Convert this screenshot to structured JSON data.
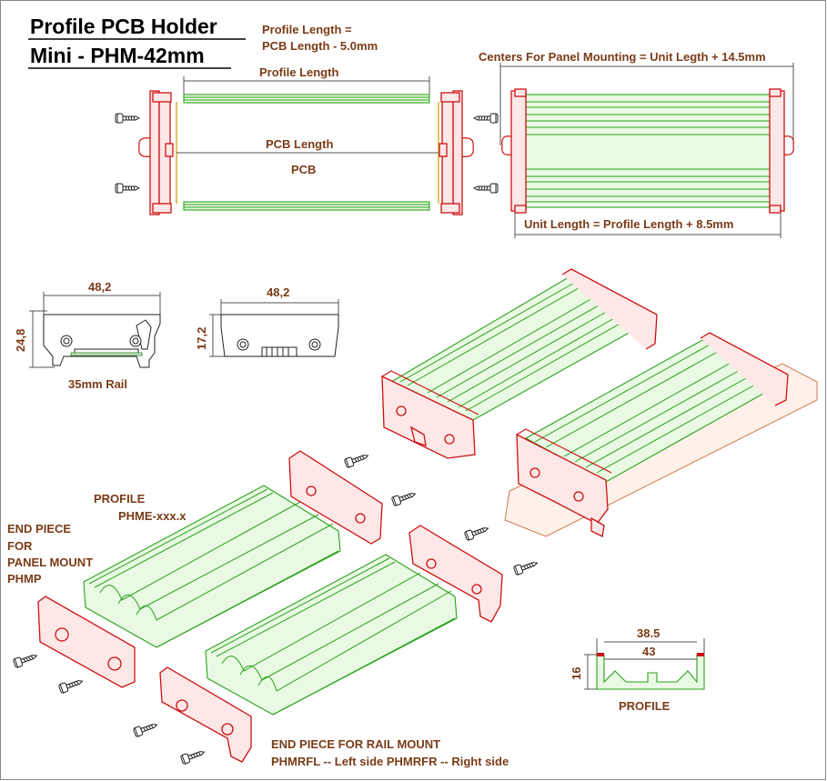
{
  "title": {
    "line1": "Profile PCB Holder",
    "line2": "Mini - PHM-42mm"
  },
  "top_view": {
    "profile_length_eq_1": "Profile Length =",
    "profile_length_eq_2": "PCB Length - 5.0mm",
    "profile_length": "Profile Length",
    "pcb_length": "PCB Length",
    "pcb": "PCB"
  },
  "panel_view": {
    "centers_label": "Centers For Panel Mounting = Unit Legth + 14.5mm",
    "unit_length_label": "Unit Length = Profile Length + 8.5mm"
  },
  "rail_end_view": {
    "width": "48,2",
    "height": "24,8",
    "caption": "35mm Rail"
  },
  "panel_end_view": {
    "width": "48,2",
    "height": "17,2"
  },
  "exploded": {
    "profile_label_1": "PROFILE",
    "profile_label_2": "PHME-xxx.x",
    "panel_end_1": "END PIECE",
    "panel_end_2": "FOR",
    "panel_end_3": "PANEL MOUNT",
    "panel_end_4": "PHMP",
    "rail_end_1": "END PIECE FOR RAIL MOUNT",
    "rail_end_2": "PHMRFL -- Left side PHMRFR -- Right side"
  },
  "profile_section": {
    "inner_width": "38.5",
    "outer_width": "43",
    "height": "16",
    "caption": "PROFILE"
  },
  "colors": {
    "end_piece": "#cc1111",
    "profile": "#2aa21a",
    "dimension_text": "#7a3b17",
    "rail": "#d07a50"
  }
}
